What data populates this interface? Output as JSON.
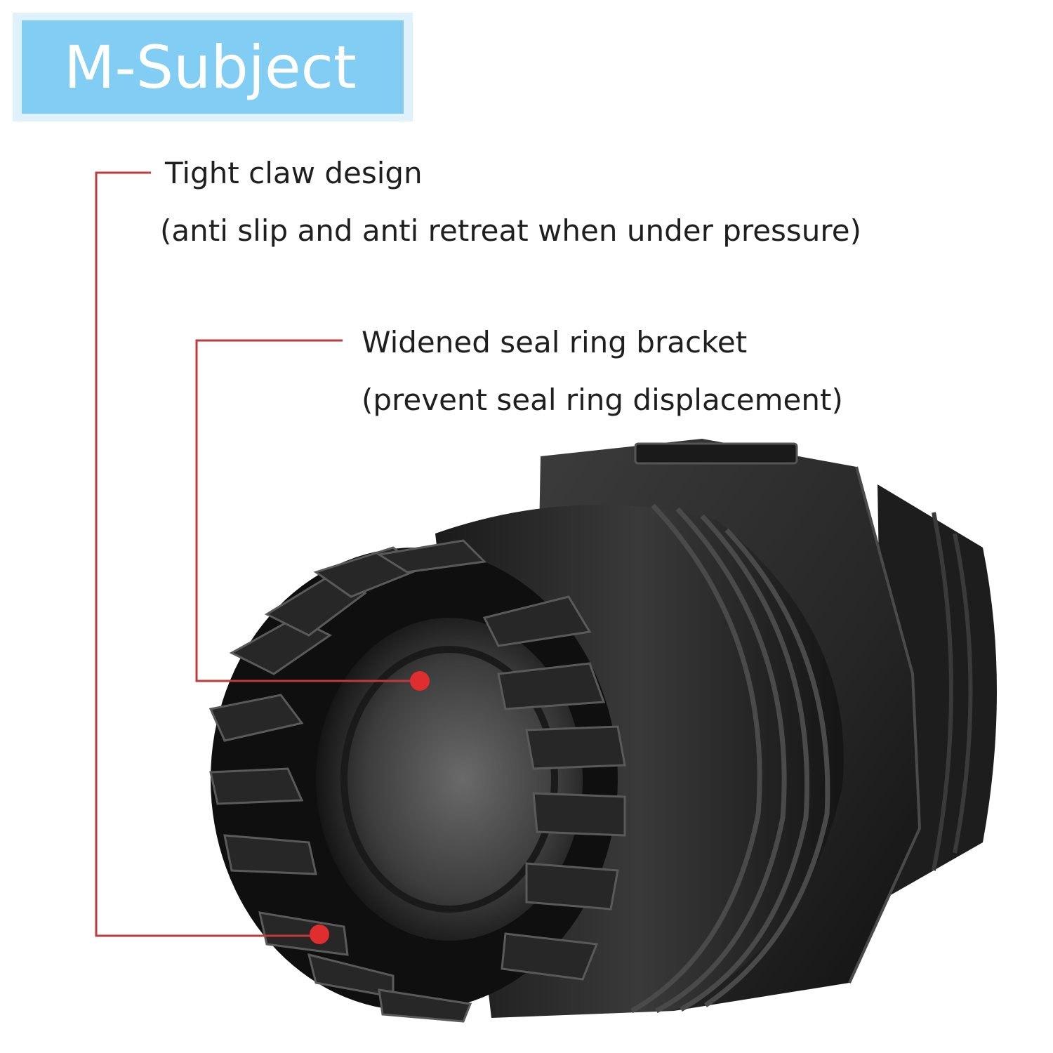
{
  "brand": {
    "label": "M-Subject",
    "box_color": "#82cdf3",
    "border_color": "#dff1fb"
  },
  "callouts": [
    {
      "title": "Tight claw design",
      "subtitle": "(anti slip and anti retreat when under pressure)"
    },
    {
      "title": "Widened seal ring bracket",
      "subtitle": "(prevent seal ring displacement)"
    }
  ],
  "colors": {
    "leader_line": "#c0393b",
    "marker_dot": "#e02d2d",
    "product_body": "#2a2a2a"
  },
  "product": {
    "icon": "cable-gland-photo"
  }
}
